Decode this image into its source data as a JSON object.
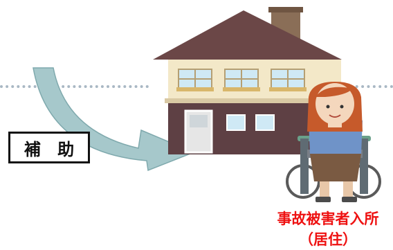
{
  "support_label": "補 助",
  "caption_line1": "事故被害者入所",
  "caption_line2": "（居住）",
  "colors": {
    "caption": "#ee1111",
    "arrow": "#a6c8cb",
    "roof": "#6b4747",
    "wall_upper": "#f3e8c8",
    "wall_lower": "#5e4044",
    "window": "#cfe9f5"
  },
  "icons": [
    "house-icon",
    "person-in-wheelchair-icon",
    "curved-arrow-icon"
  ]
}
